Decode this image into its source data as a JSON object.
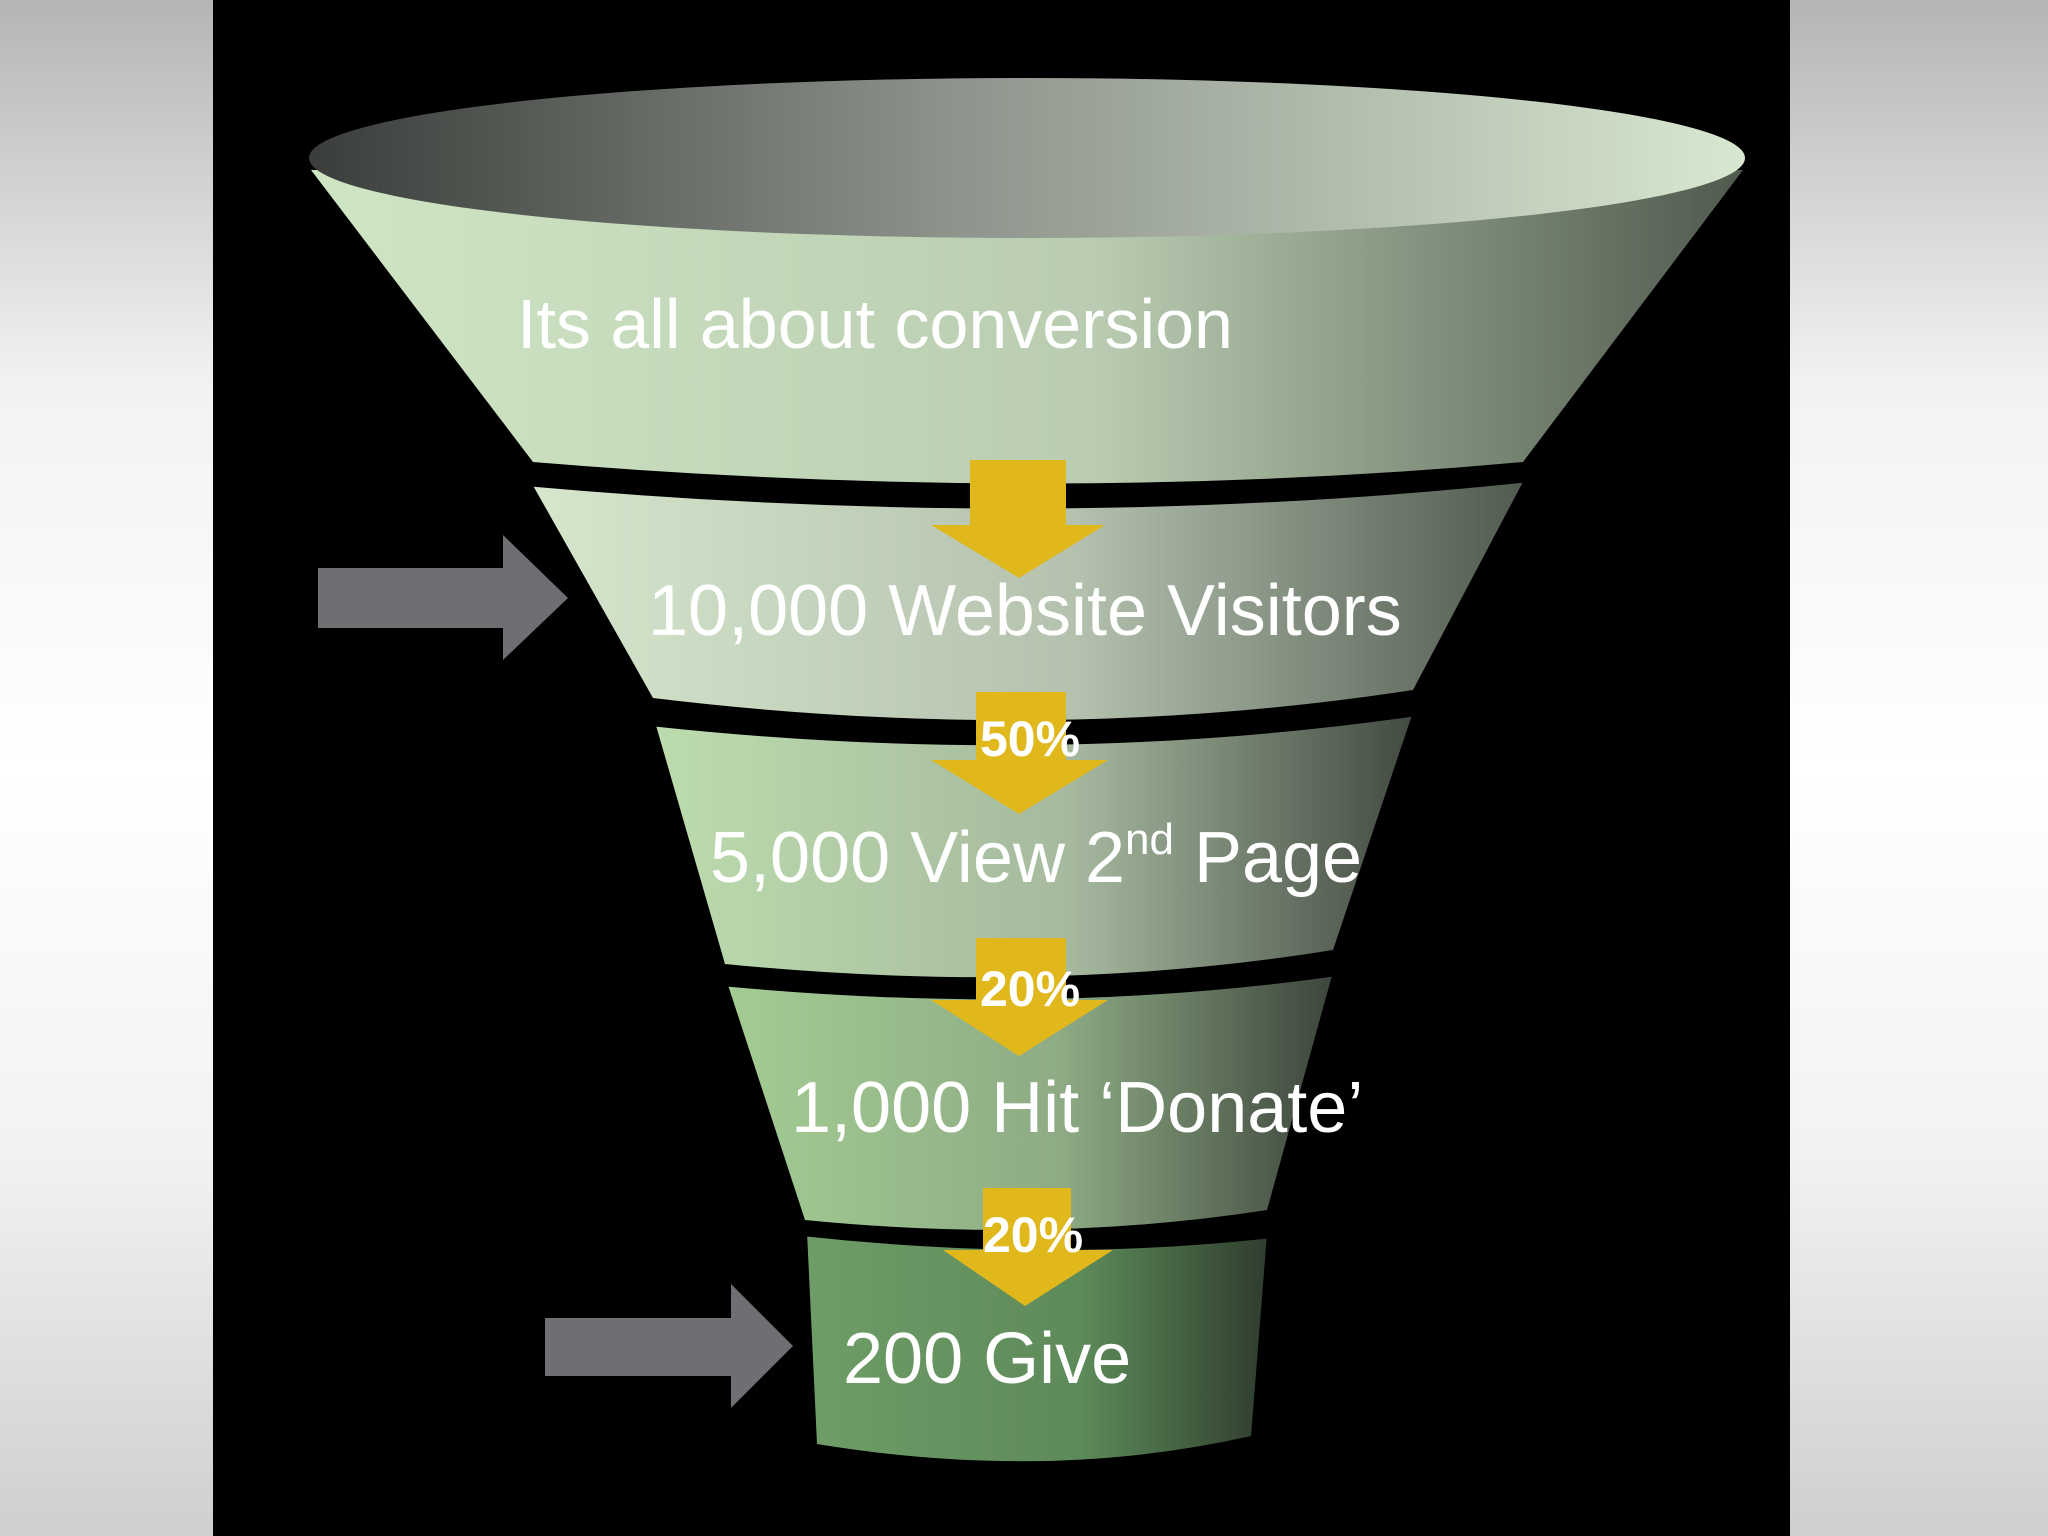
{
  "slide": {
    "title": "Its all about conversion",
    "stages": [
      {
        "label_main": "10,000 Website Visitors"
      },
      {
        "label_main": "5,000 View 2",
        "label_sup": "nd",
        "label_tail": " Page"
      },
      {
        "label_main": "1,000 Hit ‘Donate’"
      },
      {
        "label_main": "200 Give"
      }
    ],
    "conversion_rates": [
      "50%",
      "20%",
      "20%"
    ],
    "colors": {
      "arrow_yellow": "#e0b81c",
      "pointer_gray": "#6e6e73",
      "funnel_green_light": "#cfe6c4",
      "funnel_green_dark": "#5d8a59"
    }
  }
}
